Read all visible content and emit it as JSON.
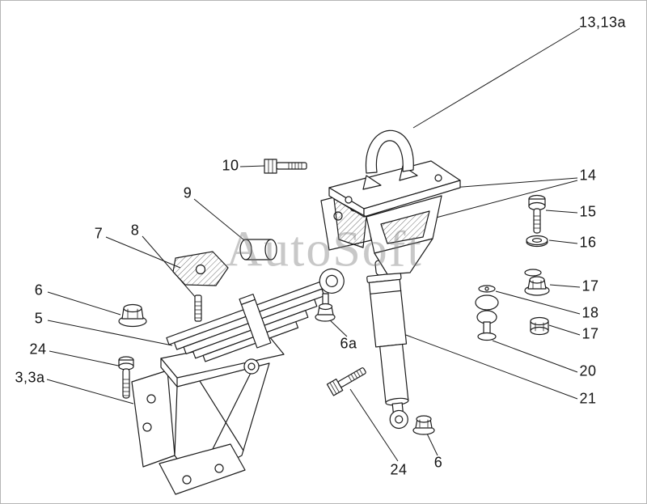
{
  "watermark": {
    "text": "AutoSoft"
  },
  "colors": {
    "line": "#1b1b1b",
    "background": "#ffffff",
    "watermark_gray": "#7d7d7d",
    "border_gray": "#b5b5b5"
  },
  "diagram": {
    "callouts": [
      {
        "id": "13-13a",
        "label": "13,13a"
      },
      {
        "id": "10",
        "label": "10"
      },
      {
        "id": "9",
        "label": "9"
      },
      {
        "id": "7",
        "label": "7"
      },
      {
        "id": "8",
        "label": "8"
      },
      {
        "id": "6-left",
        "label": "6"
      },
      {
        "id": "5",
        "label": "5"
      },
      {
        "id": "24-left",
        "label": "24"
      },
      {
        "id": "3-3a",
        "label": "3,3a"
      },
      {
        "id": "14",
        "label": "14"
      },
      {
        "id": "15",
        "label": "15"
      },
      {
        "id": "16",
        "label": "16"
      },
      {
        "id": "17-upper",
        "label": "17"
      },
      {
        "id": "18",
        "label": "18"
      },
      {
        "id": "17-lower",
        "label": "17"
      },
      {
        "id": "20",
        "label": "20"
      },
      {
        "id": "21",
        "label": "21"
      },
      {
        "id": "6a",
        "label": "6a"
      },
      {
        "id": "24-bottom",
        "label": "24"
      },
      {
        "id": "6-bottom",
        "label": "6"
      }
    ]
  }
}
